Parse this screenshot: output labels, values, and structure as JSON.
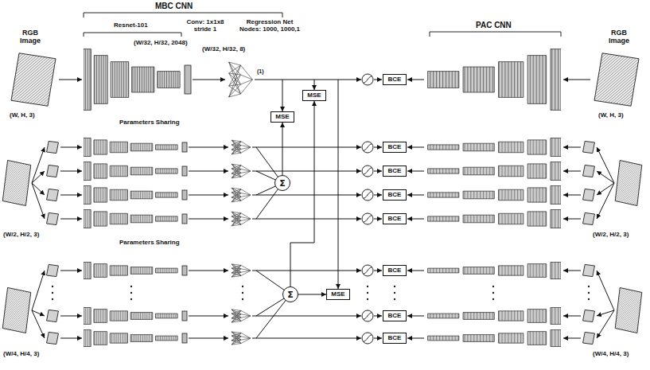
{
  "diagram": {
    "nodes": [
      {
        "text": [
          "MSE"
        ]
      },
      {
        "text": [
          "BCE"
        ]
      },
      {
        "text": [
          "MSE"
        ]
      },
      {
        "text": [
          "Σ"
        ]
      },
      {
        "text": [
          "BCE"
        ]
      },
      {
        "text": [
          "BCE"
        ]
      },
      {
        "text": [
          "BCE"
        ]
      },
      {
        "text": [
          "BCE"
        ]
      },
      {
        "text": [
          "Σ"
        ]
      },
      {
        "text": [
          "MSE"
        ]
      },
      {
        "text": [
          "BCE"
        ]
      },
      {
        "text": [
          "BCE"
        ]
      },
      {
        "text": [
          "BCE"
        ]
      }
    ],
    "edges": [
      {
        "from": 3,
        "to": 2,
        "arrow": "to"
      },
      {
        "from": 8,
        "to": 0,
        "arrow": "to"
      },
      {
        "from": 8,
        "to": 9,
        "arrow": "to"
      }
    ],
    "labels": [
      "MBC CNN",
      "Resnet-101",
      "Conv: 1x1x8 stride 1",
      "Regression Net Nodes: 1000, 1000,1",
      "(W/32, H/32, 2048)",
      "(W/32, H/32, 8)",
      "PAC CNN",
      "RGB Image",
      "RGB Image",
      "(W, H, 3)",
      "(W, H, 3)",
      "Parameters Sharing",
      "(1)",
      "Parameters Sharing",
      "(W/2, H/2, 3)",
      "(W/2, H/2, 3)",
      "(W/4, H/4, 3)",
      "(W/4, H/4, 3)"
    ]
  }
}
